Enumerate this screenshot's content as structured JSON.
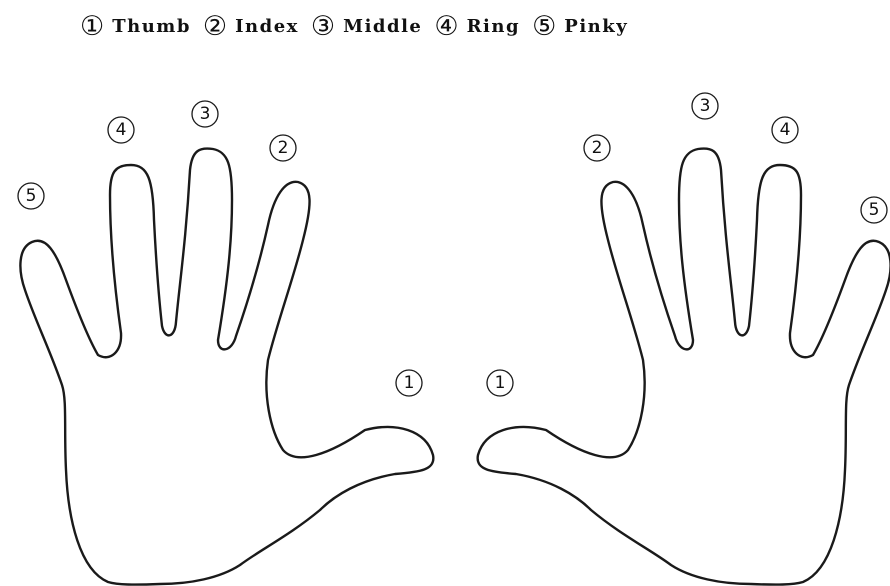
{
  "legend": [
    {
      "number": "1",
      "label": "Thumb"
    },
    {
      "number": "2",
      "label": "Index"
    },
    {
      "number": "3",
      "label": "Middle"
    },
    {
      "number": "4",
      "label": "Ring"
    },
    {
      "number": "5",
      "label": "Pinky"
    }
  ],
  "hands": {
    "left": {
      "markers": {
        "thumb": "1",
        "index": "2",
        "middle": "3",
        "ring": "4",
        "pinky": "5"
      }
    },
    "right": {
      "markers": {
        "thumb": "1",
        "index": "2",
        "middle": "3",
        "ring": "4",
        "pinky": "5"
      }
    }
  }
}
